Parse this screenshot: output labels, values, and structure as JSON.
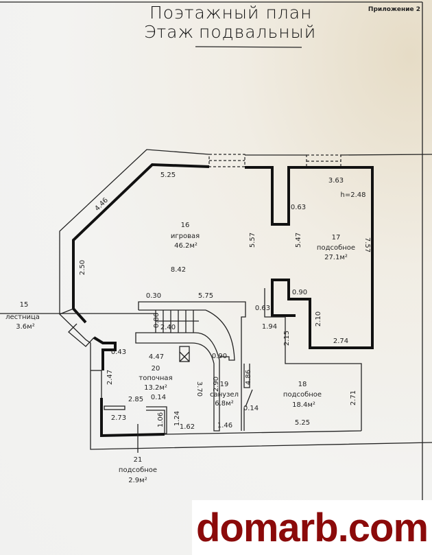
{
  "header": {
    "title_line1": "Поэтажный план",
    "title_line2_prefix": "Этаж",
    "title_line2_floor": "подвальный",
    "appendix": "Приложение 2"
  },
  "rooms": {
    "r15": {
      "number": "15",
      "name": "лестница",
      "area": "3.6м²"
    },
    "r16": {
      "number": "16",
      "name": "игровая",
      "area": "46.2м²"
    },
    "r17": {
      "number": "17",
      "name": "подсобное",
      "area": "27.1м²"
    },
    "r18": {
      "number": "18",
      "name": "подсобное",
      "area": "18.4м²"
    },
    "r19": {
      "number": "19",
      "name": "санузел",
      "area": "6.8м²"
    },
    "r20": {
      "number": "20",
      "name": "топочная",
      "area": "13.2м²"
    },
    "r21": {
      "number": "21",
      "name": "подсобное",
      "area": "2.9м²"
    }
  },
  "ceiling_height": "h=2.48",
  "dimensions": {
    "d_5_25_top": "5.25",
    "d_3_63": "3.63",
    "d_0_63_a": "0.63",
    "d_5_57": "5.57",
    "d_5_47": "5.47",
    "d_7_57": "7.57",
    "d_8_42": "8.42",
    "d_2_50": "2.50",
    "d_4_46": "4.46",
    "d_0_30": "0.30",
    "d_5_75": "5.75",
    "d_0_63_b": "0.63",
    "d_0_90_a": "0.90",
    "d_2_10": "2.10",
    "d_2_74": "2.74",
    "d_1_94": "1.94",
    "d_2_15": "2.15",
    "d_2_40": "2.40",
    "d_0_86": "0.86",
    "d_0_43": "0.43",
    "d_4_47": "4.47",
    "d_2_47": "2.47",
    "d_3_70": "3.70",
    "d_0_90_b": "0.90",
    "d_2_90": "2.90",
    "d_4_86": "4.86",
    "d_2_71": "2.71",
    "d_2_85": "2.85",
    "d_0_14_a": "0.14",
    "d_0_14_b": "0.14",
    "d_2_73": "2.73",
    "d_1_06": "1.06",
    "d_1_24": "1.24",
    "d_1_62": "1.62",
    "d_1_46": "1.46",
    "d_5_25_bottom": "5.25"
  },
  "watermark": "domarb.com",
  "colors": {
    "watermark": "#8b0a0a",
    "walls": "#111111"
  }
}
